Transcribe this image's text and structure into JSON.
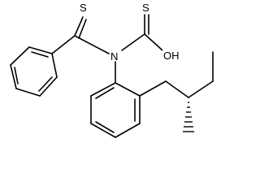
{
  "molecule": {
    "atoms": {
      "s_thioketone": "S",
      "s_thioacid": "S",
      "nitrogen": "N",
      "hydroxyl": "OH"
    },
    "stereo_bond": "hashed-wedge",
    "colors": {
      "bond": "#000000",
      "background": "#ffffff"
    }
  }
}
